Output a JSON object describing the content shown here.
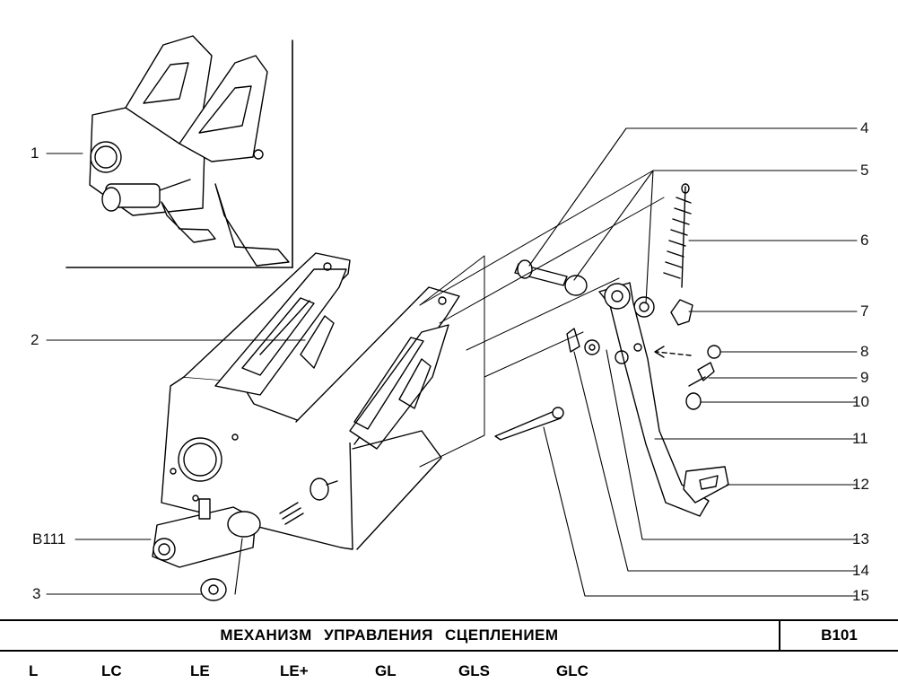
{
  "diagram": {
    "callouts_left": [
      {
        "id": "c1",
        "label": "1"
      },
      {
        "id": "c2",
        "label": "2"
      },
      {
        "id": "cb111",
        "label": "B111"
      },
      {
        "id": "c3",
        "label": "3"
      }
    ],
    "callouts_right": [
      {
        "id": "c4",
        "label": "4"
      },
      {
        "id": "c5",
        "label": "5"
      },
      {
        "id": "c6",
        "label": "6"
      },
      {
        "id": "c7",
        "label": "7"
      },
      {
        "id": "c8",
        "label": "8"
      },
      {
        "id": "c9",
        "label": "9"
      },
      {
        "id": "c10",
        "label": "10"
      },
      {
        "id": "c11",
        "label": "11"
      },
      {
        "id": "c12",
        "label": "12"
      },
      {
        "id": "c13",
        "label": "13"
      },
      {
        "id": "c14",
        "label": "14"
      },
      {
        "id": "c15",
        "label": "15"
      }
    ]
  },
  "title_bar": {
    "title": "МЕХАНИЗМ УПРАВЛЕНИЯ СЦЕПЛЕНИЕМ",
    "code": "B101"
  },
  "models": [
    "L",
    "LC",
    "LE",
    "LE+",
    "GL",
    "GLS",
    "GLC"
  ]
}
